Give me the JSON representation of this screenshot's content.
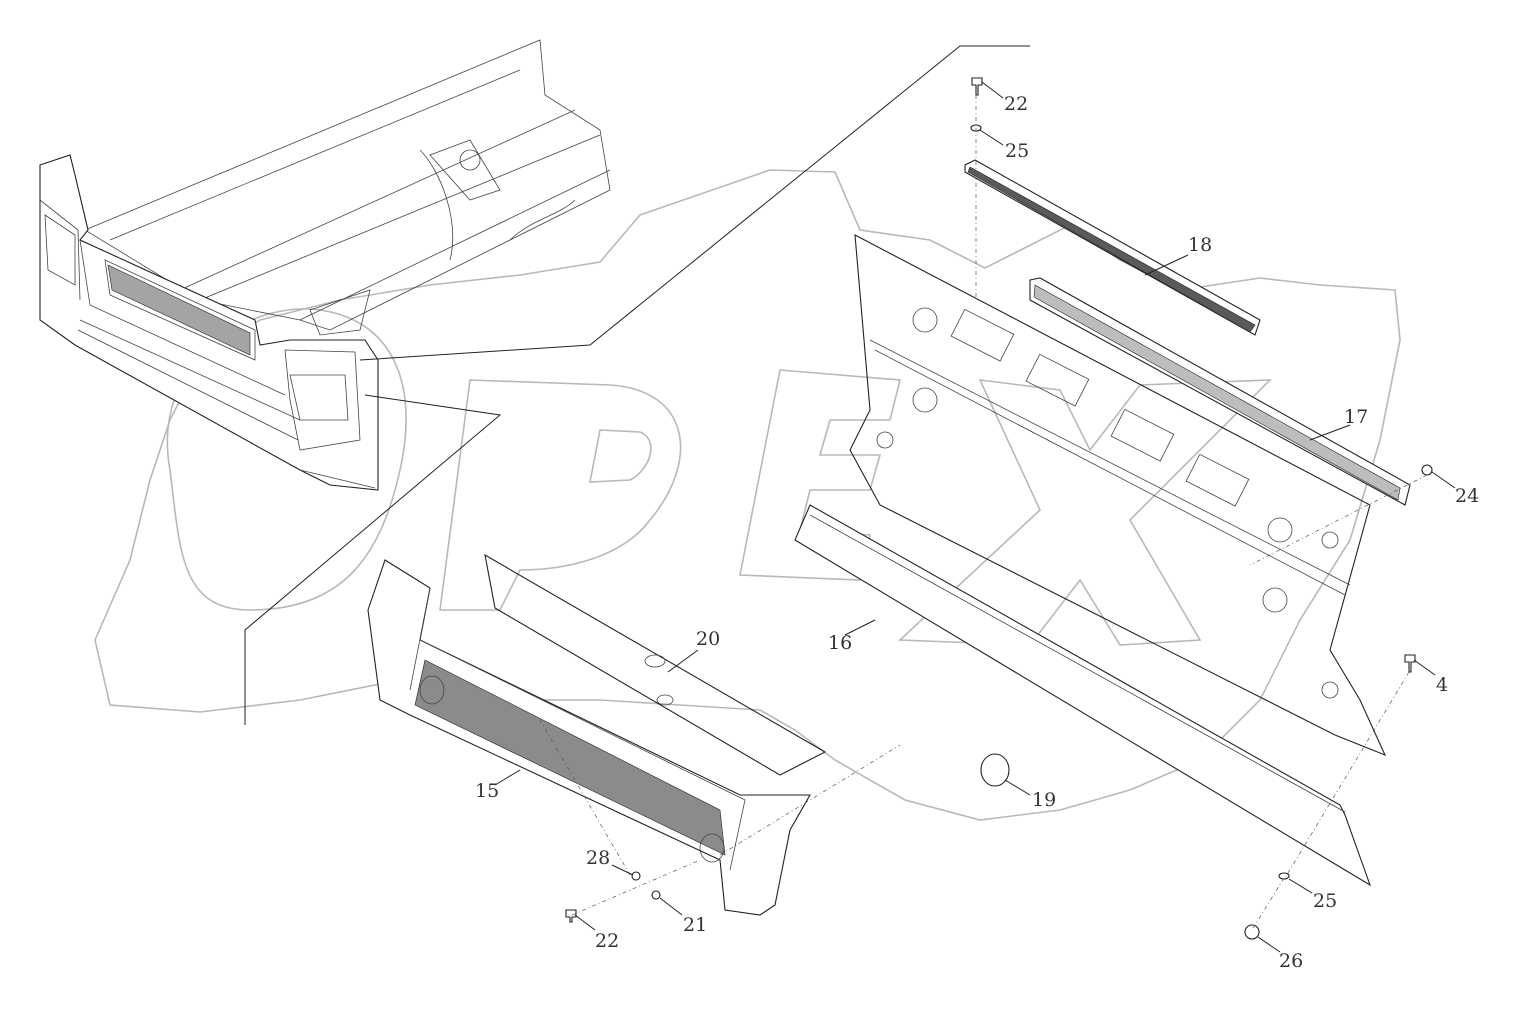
{
  "watermark": "OPEX",
  "corner_mark": "",
  "callouts": [
    {
      "id": "c22a",
      "text": "22"
    },
    {
      "id": "c25a",
      "text": "25"
    },
    {
      "id": "c18",
      "text": "18"
    },
    {
      "id": "c17",
      "text": "17"
    },
    {
      "id": "c24",
      "text": "24"
    },
    {
      "id": "c16",
      "text": "16"
    },
    {
      "id": "c20",
      "text": "20"
    },
    {
      "id": "c4",
      "text": "4"
    },
    {
      "id": "c15",
      "text": "15"
    },
    {
      "id": "c19",
      "text": "19"
    },
    {
      "id": "c28",
      "text": "28"
    },
    {
      "id": "c21",
      "text": "21"
    },
    {
      "id": "c22b",
      "text": "22"
    },
    {
      "id": "c25b",
      "text": "25"
    },
    {
      "id": "c26",
      "text": "26"
    }
  ],
  "colors": {
    "line": "#222222",
    "watermark": "#b8b8b8",
    "label": "#333333"
  }
}
